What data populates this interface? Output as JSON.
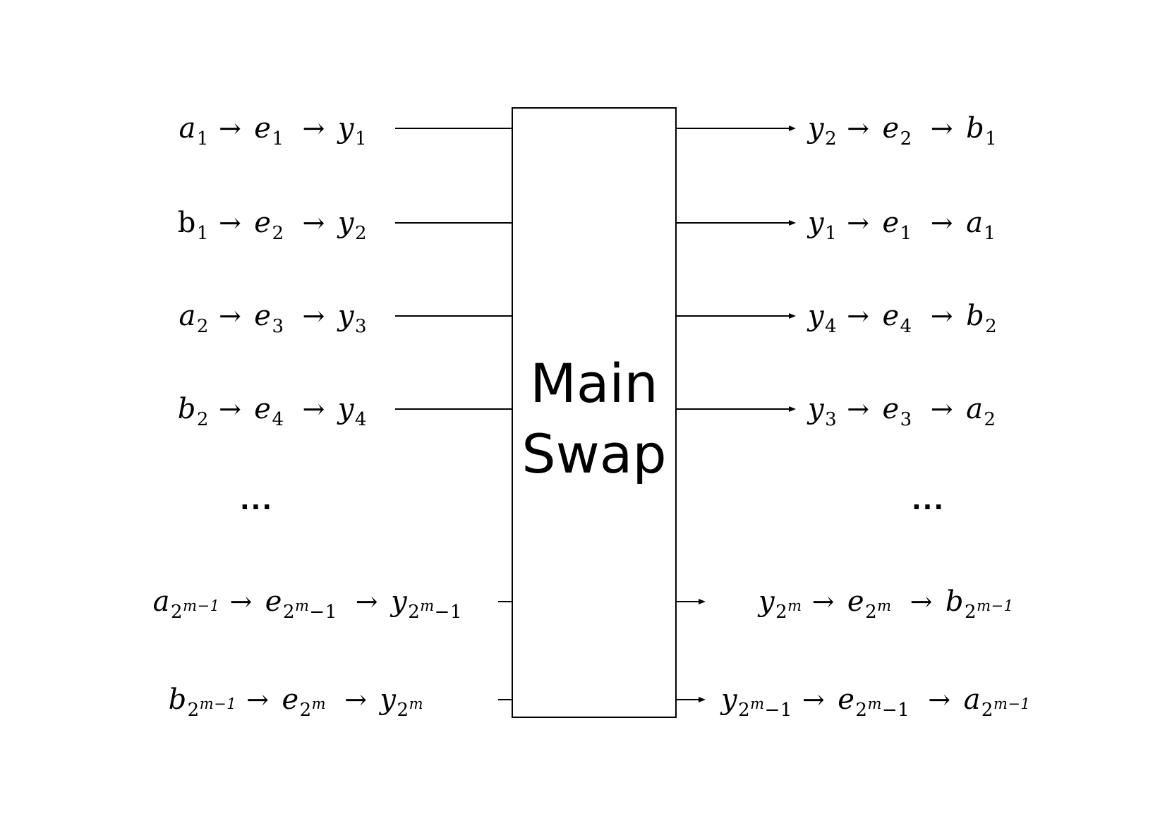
{
  "block": {
    "line1": "Main",
    "line2": "Swap"
  },
  "ellipsis": {
    "left": "...",
    "right": "..."
  },
  "left_rows": [
    {
      "terms": [
        {
          "base": "a",
          "sub": "1"
        },
        {
          "base": "e",
          "sub": "1"
        },
        {
          "base": "y",
          "sub": "1"
        }
      ]
    },
    {
      "terms": [
        {
          "base": "b",
          "sub": "1",
          "upright": true
        },
        {
          "base": "e",
          "sub": "2"
        },
        {
          "base": "y",
          "sub": "2"
        }
      ]
    },
    {
      "terms": [
        {
          "base": "a",
          "sub": "2"
        },
        {
          "base": "e",
          "sub": "3"
        },
        {
          "base": "y",
          "sub": "3"
        }
      ]
    },
    {
      "terms": [
        {
          "base": "b",
          "sub": "2"
        },
        {
          "base": "e",
          "sub": "4"
        },
        {
          "base": "y",
          "sub": "4"
        }
      ]
    },
    {
      "terms": [
        {
          "base": "a",
          "sub": "2",
          "sup": "m−1"
        },
        {
          "base": "e",
          "sub": "2",
          "sup": "m",
          "tail": "−1"
        },
        {
          "base": "y",
          "sub": "2",
          "sup": "m",
          "tail": "−1"
        }
      ]
    },
    {
      "terms": [
        {
          "base": "b",
          "sub": "2",
          "sup": "m−1"
        },
        {
          "base": "e",
          "sub": "2",
          "sup": "m"
        },
        {
          "base": "y",
          "sub": "2",
          "sup": "m"
        }
      ]
    }
  ],
  "right_rows": [
    {
      "terms": [
        {
          "base": "y",
          "sub": "2"
        },
        {
          "base": "e",
          "sub": "2"
        },
        {
          "base": "b",
          "sub": "1"
        }
      ]
    },
    {
      "terms": [
        {
          "base": "y",
          "sub": "1"
        },
        {
          "base": "e",
          "sub": "1"
        },
        {
          "base": "a",
          "sub": "1"
        }
      ]
    },
    {
      "terms": [
        {
          "base": "y",
          "sub": "4"
        },
        {
          "base": "e",
          "sub": "4"
        },
        {
          "base": "b",
          "sub": "2"
        }
      ]
    },
    {
      "terms": [
        {
          "base": "y",
          "sub": "3"
        },
        {
          "base": "e",
          "sub": "3"
        },
        {
          "base": "a",
          "sub": "2"
        }
      ]
    },
    {
      "terms": [
        {
          "base": "y",
          "sub": "2",
          "sup": "m"
        },
        {
          "base": "e",
          "sub": "2",
          "sup": "m"
        },
        {
          "base": "b",
          "sub": "2",
          "sup": "m−1"
        }
      ]
    },
    {
      "terms": [
        {
          "base": "y",
          "sub": "2",
          "sup": "m",
          "tail": "−1"
        },
        {
          "base": "e",
          "sub": "2",
          "sup": "m",
          "tail": "−1"
        },
        {
          "base": "a",
          "sub": "2",
          "sup": "m−1"
        }
      ]
    }
  ]
}
